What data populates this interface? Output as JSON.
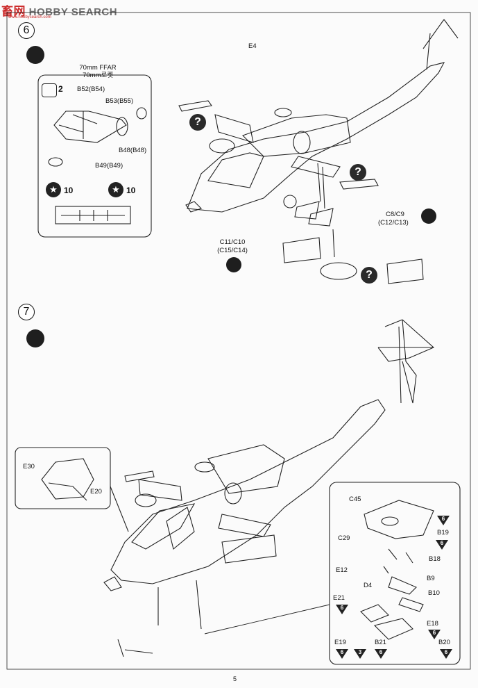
{
  "watermark": {
    "brand_a": "畜网",
    "brand_b": "HOBBY SEARCH",
    "url": "www.hobbysearch.com"
  },
  "page_number": "5",
  "step6": {
    "number": "6",
    "inset_title_1": "70mm  FFAR",
    "inset_title_2": "70mm로켓",
    "qty_2": "2",
    "qty_10a": "10",
    "qty_10b": "10",
    "parts": {
      "b52": "B52(B54)",
      "b53": "B53(B55)",
      "b48": "B48(B48)",
      "b49": "B49(B49)",
      "e4": "E4",
      "c8": "C8/C9",
      "c12": "(C12/C13)",
      "c11": "C11/C10",
      "c15": "(C15/C14)"
    }
  },
  "step7": {
    "number": "7",
    "parts": {
      "e30": "E30",
      "e20": "E20",
      "c45": "C45",
      "c29": "C29",
      "b19": "B19",
      "b18": "B18",
      "e12": "E12",
      "d4": "D4",
      "b9": "B9",
      "b10": "B10",
      "e21": "E21",
      "e18": "E18",
      "e19": "E19",
      "b21": "B21",
      "b20": "B20"
    },
    "paint_refs": {
      "c45": "6",
      "b19": "6",
      "e18": "6",
      "e19": "6",
      "b21": "6",
      "b20": "6",
      "three": "3",
      "e21": "6"
    }
  }
}
